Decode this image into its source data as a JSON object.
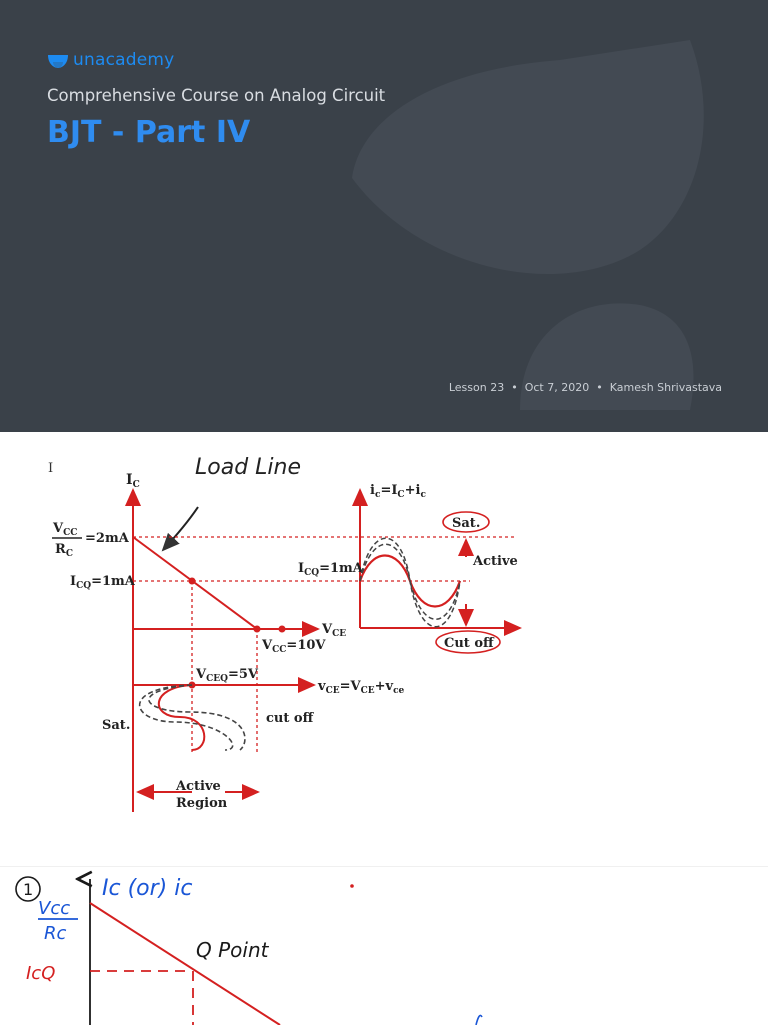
{
  "brand": {
    "name": "unacademy",
    "color": "#1d8bf1"
  },
  "cover": {
    "course": "Comprehensive Course on Analog Circuit",
    "title": "BJT - Part IV",
    "lesson": "Lesson 23",
    "date": "Oct 7, 2020",
    "author": "Kamesh Shrivastava",
    "separator": "•",
    "bg_color": "#3a4149",
    "title_color": "#2f8cf0"
  },
  "diagram": {
    "cursor_mark": "I",
    "handwritten_label": "Load Line",
    "ic_axis": "I",
    "ic_axis_sub": "C",
    "vcc": "V",
    "vcc_sub": "CC",
    "rc": "R",
    "rc_sub": "C",
    "two_ma": "=2mA",
    "icq": "I",
    "icq_sub": "CQ",
    "icq_val": "=1mA",
    "vce_axis": "V",
    "vce_axis_sub": "CE",
    "vcc_val_main": "V",
    "vcc_val_sub": "CC",
    "vcc_val": "=10V",
    "vceq_main": "V",
    "vceq_sub": "CEQ",
    "vceq_val": "=5V",
    "vce_total_a": "v",
    "vce_total_a_sub": "CE",
    "vce_total_b": "=V",
    "vce_total_b_sub": "CE",
    "vce_total_c": "+v",
    "vce_total_c_sub": "ce",
    "sat_left": "Sat.",
    "cut_off_left": "cut off",
    "active_region_1": "Active",
    "active_region_2": "Region",
    "ic_total_a": "i",
    "ic_total_a_sub": "c",
    "ic_total_b": "=I",
    "ic_total_b_sub": "C",
    "ic_total_c": "+i",
    "ic_total_c_sub": "c",
    "sat_right": "Sat.",
    "active_right": "Active",
    "cut_off_right": "Cut off",
    "icq_right_main": "I",
    "icq_right_sub": "CQ",
    "icq_right_val": "=1mA",
    "line_color": "#d42020"
  },
  "notes": {
    "item_number": "1",
    "axis_label": "Ic (or) ic",
    "vcc_label": "Vcc",
    "rc_label": "Rc",
    "icq_label": "IcQ",
    "q_point_label": "Q Point",
    "ink_blue": "#1a56d6",
    "ink_red": "#d42020"
  }
}
